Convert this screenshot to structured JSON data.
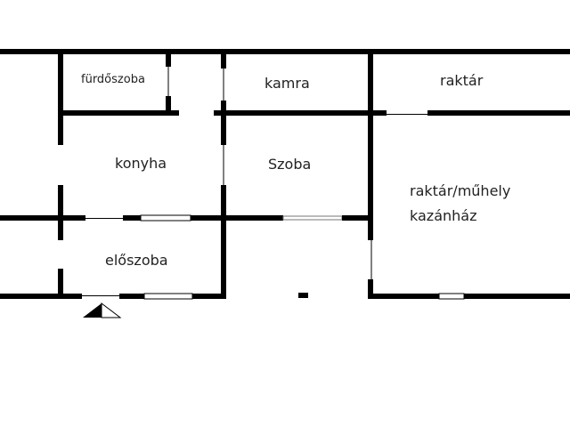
{
  "floor_plan": {
    "wall_color": "#000000",
    "background": "#ffffff",
    "rooms": [
      {
        "id": "furdoszoba",
        "label": "fürdőszoba"
      },
      {
        "id": "kamra",
        "label": "kamra"
      },
      {
        "id": "raktar",
        "label": "raktár"
      },
      {
        "id": "konyha",
        "label": "konyha"
      },
      {
        "id": "szoba",
        "label": "Szoba"
      },
      {
        "id": "raktar-muhely",
        "label": "raktár/műhely"
      },
      {
        "id": "kazanhaz",
        "label": "kazánház"
      },
      {
        "id": "eloszoba",
        "label": "előszoba"
      }
    ],
    "entrance_marker": "entrance-triangle-icon"
  }
}
